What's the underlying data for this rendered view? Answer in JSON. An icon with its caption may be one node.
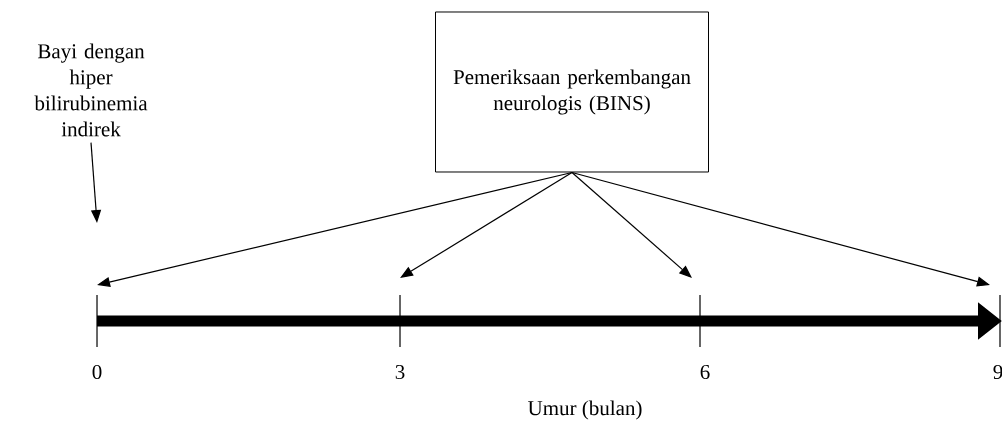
{
  "diagram": {
    "nodes": [
      {
        "text": [
          "Bayi dengan hiper bilirubinemia indirek"
        ]
      },
      {
        "text": [
          "Pemeriksaan perkembangan neurologis (BINS)"
        ]
      }
    ],
    "edges": [
      {
        "from": 0,
        "to": null,
        "arrow": "to"
      },
      {
        "from": 1,
        "to": null,
        "arrow": "to"
      },
      {
        "from": 1,
        "to": null,
        "arrow": "to"
      },
      {
        "from": 1,
        "to": null,
        "arrow": "to"
      },
      {
        "from": 1,
        "to": null,
        "arrow": "to"
      }
    ],
    "labels": [
      "0",
      "3",
      "6",
      "9",
      "Umur (bulan)"
    ]
  }
}
